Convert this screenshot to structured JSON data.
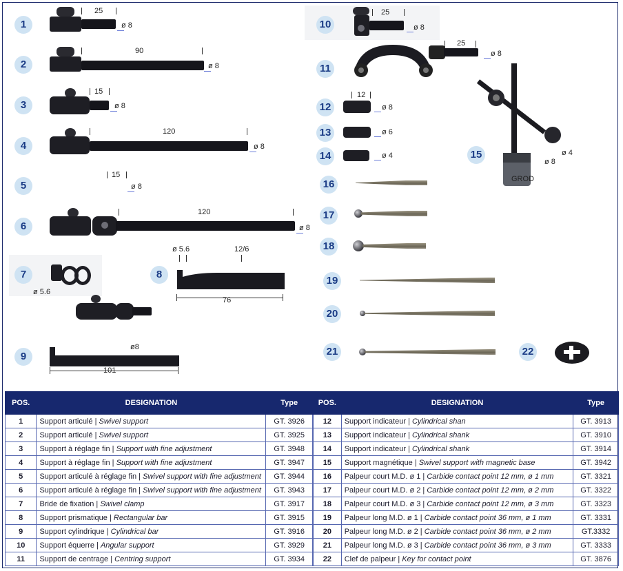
{
  "items_left": [
    {
      "pos": "1",
      "dims": [
        "25",
        "ø 8"
      ]
    },
    {
      "pos": "2",
      "dims": [
        "90",
        "ø 8"
      ]
    },
    {
      "pos": "3",
      "dims": [
        "15",
        "ø 8"
      ]
    },
    {
      "pos": "4",
      "dims": [
        "120",
        "ø 8"
      ]
    },
    {
      "pos": "5",
      "dims": [
        "15",
        "ø 8"
      ]
    },
    {
      "pos": "6",
      "dims": [
        "120",
        "ø 8"
      ]
    },
    {
      "pos": "7",
      "dims": [
        "ø 5.6"
      ]
    },
    {
      "pos": "8",
      "dims": [
        "ø 5.6",
        "12/6",
        "76"
      ]
    },
    {
      "pos": "9",
      "dims": [
        "ø8",
        "101"
      ]
    }
  ],
  "items_right": [
    {
      "pos": "10",
      "dims": [
        "25",
        "ø 8"
      ]
    },
    {
      "pos": "11",
      "dims": [
        "25",
        "ø 8"
      ]
    },
    {
      "pos": "12",
      "dims": [
        "12",
        "ø 8"
      ]
    },
    {
      "pos": "13",
      "dims": [
        "ø 6"
      ]
    },
    {
      "pos": "14",
      "dims": [
        "ø 4"
      ]
    },
    {
      "pos": "15",
      "dims": [
        "ø 4",
        "ø 8"
      ]
    },
    {
      "pos": "16"
    },
    {
      "pos": "17"
    },
    {
      "pos": "18"
    },
    {
      "pos": "19"
    },
    {
      "pos": "20"
    },
    {
      "pos": "21"
    },
    {
      "pos": "22"
    }
  ],
  "brand_mark": "GROD",
  "table_headers": {
    "pos": "POS.",
    "designation": "DESIGNATION",
    "type": "Type"
  },
  "table_left": [
    {
      "pos": "1",
      "fr": "Support articulé",
      "en": "Swivel support",
      "type": "GT. 3926"
    },
    {
      "pos": "2",
      "fr": "Support articulé",
      "en": "Swivel support",
      "type": "GT. 3925"
    },
    {
      "pos": "3",
      "fr": "Support à réglage fin",
      "en": "Support with fine adjustment",
      "type": "GT. 3948"
    },
    {
      "pos": "4",
      "fr": "Support à réglage fin",
      "en": "Support with fine adjustment",
      "type": "GT. 3947"
    },
    {
      "pos": "5",
      "fr": "Support articulé à réglage fin",
      "en": "Swivel support with fine adjustment",
      "type": "GT. 3944"
    },
    {
      "pos": "6",
      "fr": "Support articulé à réglage fin",
      "en": "Swivel support with fine adjustment",
      "type": "GT. 3943"
    },
    {
      "pos": "7",
      "fr": "Bride de fixation",
      "en": "Swivel clamp",
      "type": "GT. 3917"
    },
    {
      "pos": "8",
      "fr": "Support prismatique",
      "en": "Rectangular bar",
      "type": "GT. 3915"
    },
    {
      "pos": "9",
      "fr": "Support cylindrique",
      "en": "Cylindrical bar",
      "type": "GT. 3916"
    },
    {
      "pos": "10",
      "fr": "Support équerre",
      "en": "Angular support",
      "type": "GT. 3929"
    },
    {
      "pos": "11",
      "fr": "Support de centrage",
      "en": "Centring support",
      "type": "GT. 3934"
    }
  ],
  "table_right": [
    {
      "pos": "12",
      "fr": "Support indicateur",
      "en": "Cylindrical shan",
      "type": "GT. 3913"
    },
    {
      "pos": "13",
      "fr": "Support indicateur",
      "en": "Cylindrical shank",
      "type": "GT. 3910"
    },
    {
      "pos": "14",
      "fr": "Support indicateur",
      "en": "Cylindrical shank",
      "type": "GT. 3914"
    },
    {
      "pos": "15",
      "fr": "Support magnétique",
      "en": "Swivel support with magnetic base",
      "type": "GT. 3942"
    },
    {
      "pos": "16",
      "fr": "Palpeur court M.D. ø 1",
      "en": "Carbide contact point 12 mm, ø 1 mm",
      "type": "GT. 3321"
    },
    {
      "pos": "17",
      "fr": "Palpeur court M.D. ø 2",
      "en": "Carbide contact point 12 mm, ø 2 mm",
      "type": "GT. 3322"
    },
    {
      "pos": "18",
      "fr": "Palpeur court M.D. ø 3",
      "en": "Carbide contact point 12 mm, ø 3 mm",
      "type": "GT. 3323"
    },
    {
      "pos": "19",
      "fr": "Palpeur long M.D. ø 1",
      "en": "Carbide contact point 36 mm, ø 1 mm",
      "type": "GT. 3331"
    },
    {
      "pos": "20",
      "fr": "Palpeur long M.D. ø 2",
      "en": "Carbide contact point 36 mm, ø 2 mm",
      "type": "GT.3332"
    },
    {
      "pos": "21",
      "fr": "Palpeur long M.D. ø 3",
      "en": "Carbide contact point 36 mm, ø 3 mm",
      "type": "GT. 3333"
    },
    {
      "pos": "22",
      "fr": "Clef de palpeur",
      "en": "Key for contact point",
      "type": "GT. 3876"
    }
  ]
}
